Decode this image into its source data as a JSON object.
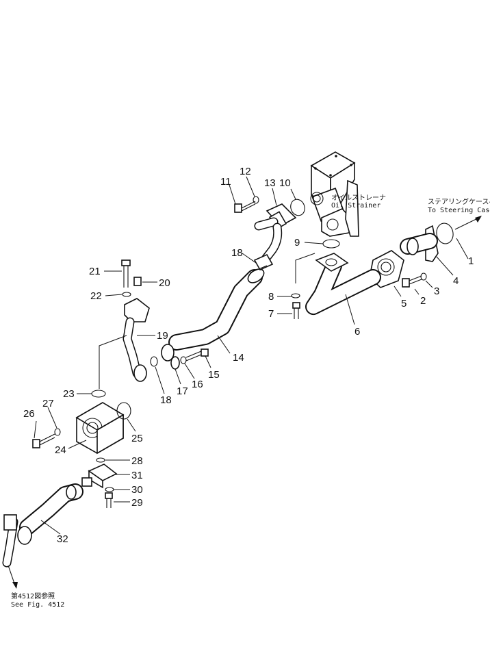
{
  "annotations": {
    "steering_jp": "ステアリングケースへ",
    "steering_en": "To Steering Case",
    "strainer_jp": "オイルストレーナ",
    "strainer_en": "Oil Strainer",
    "see_fig_jp": "第4512図参照",
    "see_fig_en": "See Fig. 4512"
  },
  "labels": [
    "1",
    "2",
    "3",
    "4",
    "5",
    "6",
    "7",
    "8",
    "9",
    "10",
    "11",
    "12",
    "13",
    "14",
    "15",
    "16",
    "17",
    "18",
    "18",
    "19",
    "20",
    "21",
    "22",
    "23",
    "24",
    "25",
    "26",
    "27",
    "28",
    "29",
    "30",
    "31",
    "32"
  ]
}
